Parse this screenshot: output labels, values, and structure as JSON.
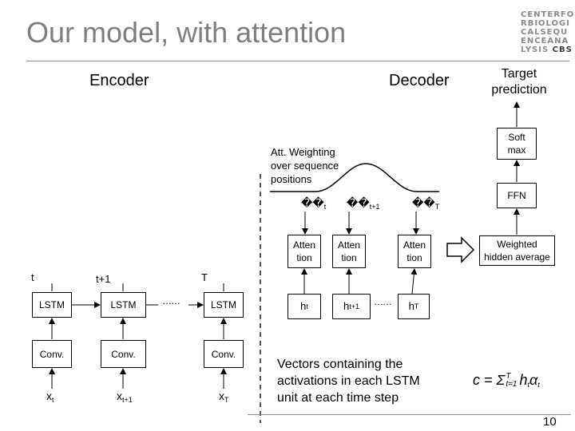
{
  "slide": {
    "title": "Our model, with attention",
    "page_number": "10"
  },
  "logo": {
    "lines": [
      "CENTERFO",
      "RBIOLOGI",
      "CALSEQU",
      "ENCEANA",
      "LYSIS"
    ],
    "suffix": "CBS"
  },
  "sections": {
    "encoder": "Encoder",
    "decoder": "Decoder",
    "target_line1": "Target",
    "target_line2": "prediction"
  },
  "encoder": {
    "time_labels": [
      "t",
      "t+1",
      "T"
    ],
    "lstm_label": "LSTM",
    "conv_label": "Conv.",
    "inputs": [
      {
        "base": "x",
        "sub": "t"
      },
      {
        "base": "x",
        "sub": "t+1"
      },
      {
        "base": "x",
        "sub": "T"
      }
    ],
    "ellipsis": "……"
  },
  "attention": {
    "weighting_line1": "Att. Weighting",
    "weighting_line2": "over sequence",
    "weighting_line3": "positions",
    "alphas": [
      {
        "glyphs": "��",
        "sub": "t"
      },
      {
        "glyphs": "��",
        "sub": "t+1"
      },
      {
        "glyphs": "��",
        "sub": "T"
      }
    ],
    "box_line1": "Atten",
    "box_line2": "tion",
    "hidden": [
      {
        "base": "h",
        "sub": "t"
      },
      {
        "base": "h",
        "sub": "t+1"
      },
      {
        "base": "h",
        "sub": "T"
      }
    ],
    "ellipsis": "……"
  },
  "output": {
    "softmax_line1": "Soft",
    "softmax_line2": "max",
    "ffn": "FFN",
    "weighted_line1": "Weighted",
    "weighted_line2": "hidden average"
  },
  "caption": {
    "line1": "Vectors containing the",
    "line2": "activations in each LSTM",
    "line3": "unit at each time step"
  },
  "formula": {
    "lhs": "c = Σ",
    "sum_upper": "T",
    "sum_lower": "t=1",
    "term": "h",
    "term_sub": "t",
    "weight": "α",
    "weight_sub": "t"
  }
}
